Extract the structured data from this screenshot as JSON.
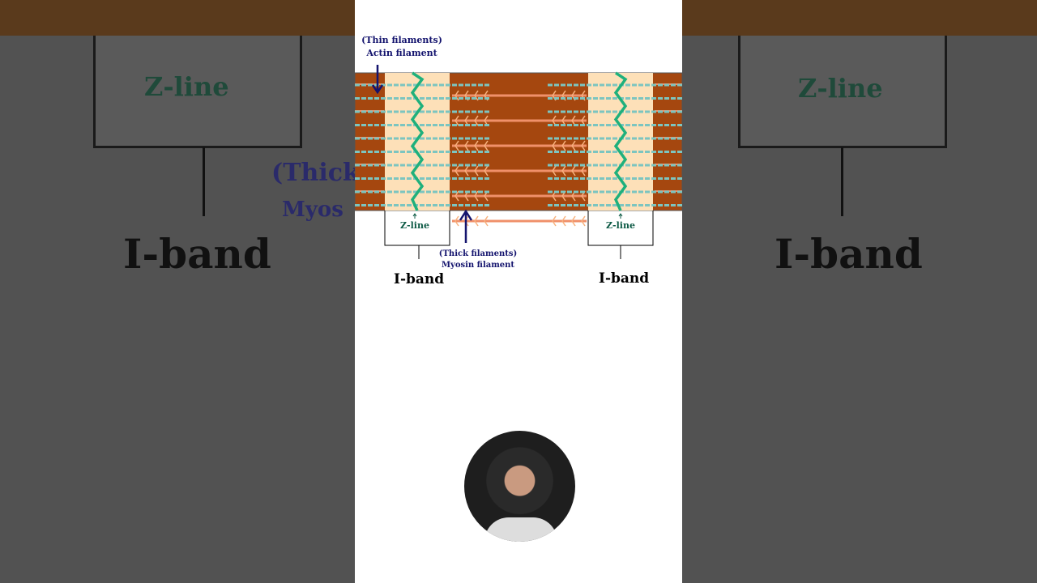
{
  "diagram": {
    "thin_label_1": "(Thin filaments)",
    "thin_label_2": "Actin filament",
    "thick_label_1": "(Thick filaments)",
    "thick_label_2": "Myosin filament",
    "zline_label": "Z-line",
    "iband_label": "I-band",
    "colors": {
      "a_band": "#a5470f",
      "i_band": "#fde0b8",
      "z_line": "#1fb07c",
      "actin": "#7cc5c0",
      "myosin": "#f0906a",
      "label": "#14146e"
    }
  },
  "presenter": {
    "avatar_icon": "presenter-avatar"
  }
}
